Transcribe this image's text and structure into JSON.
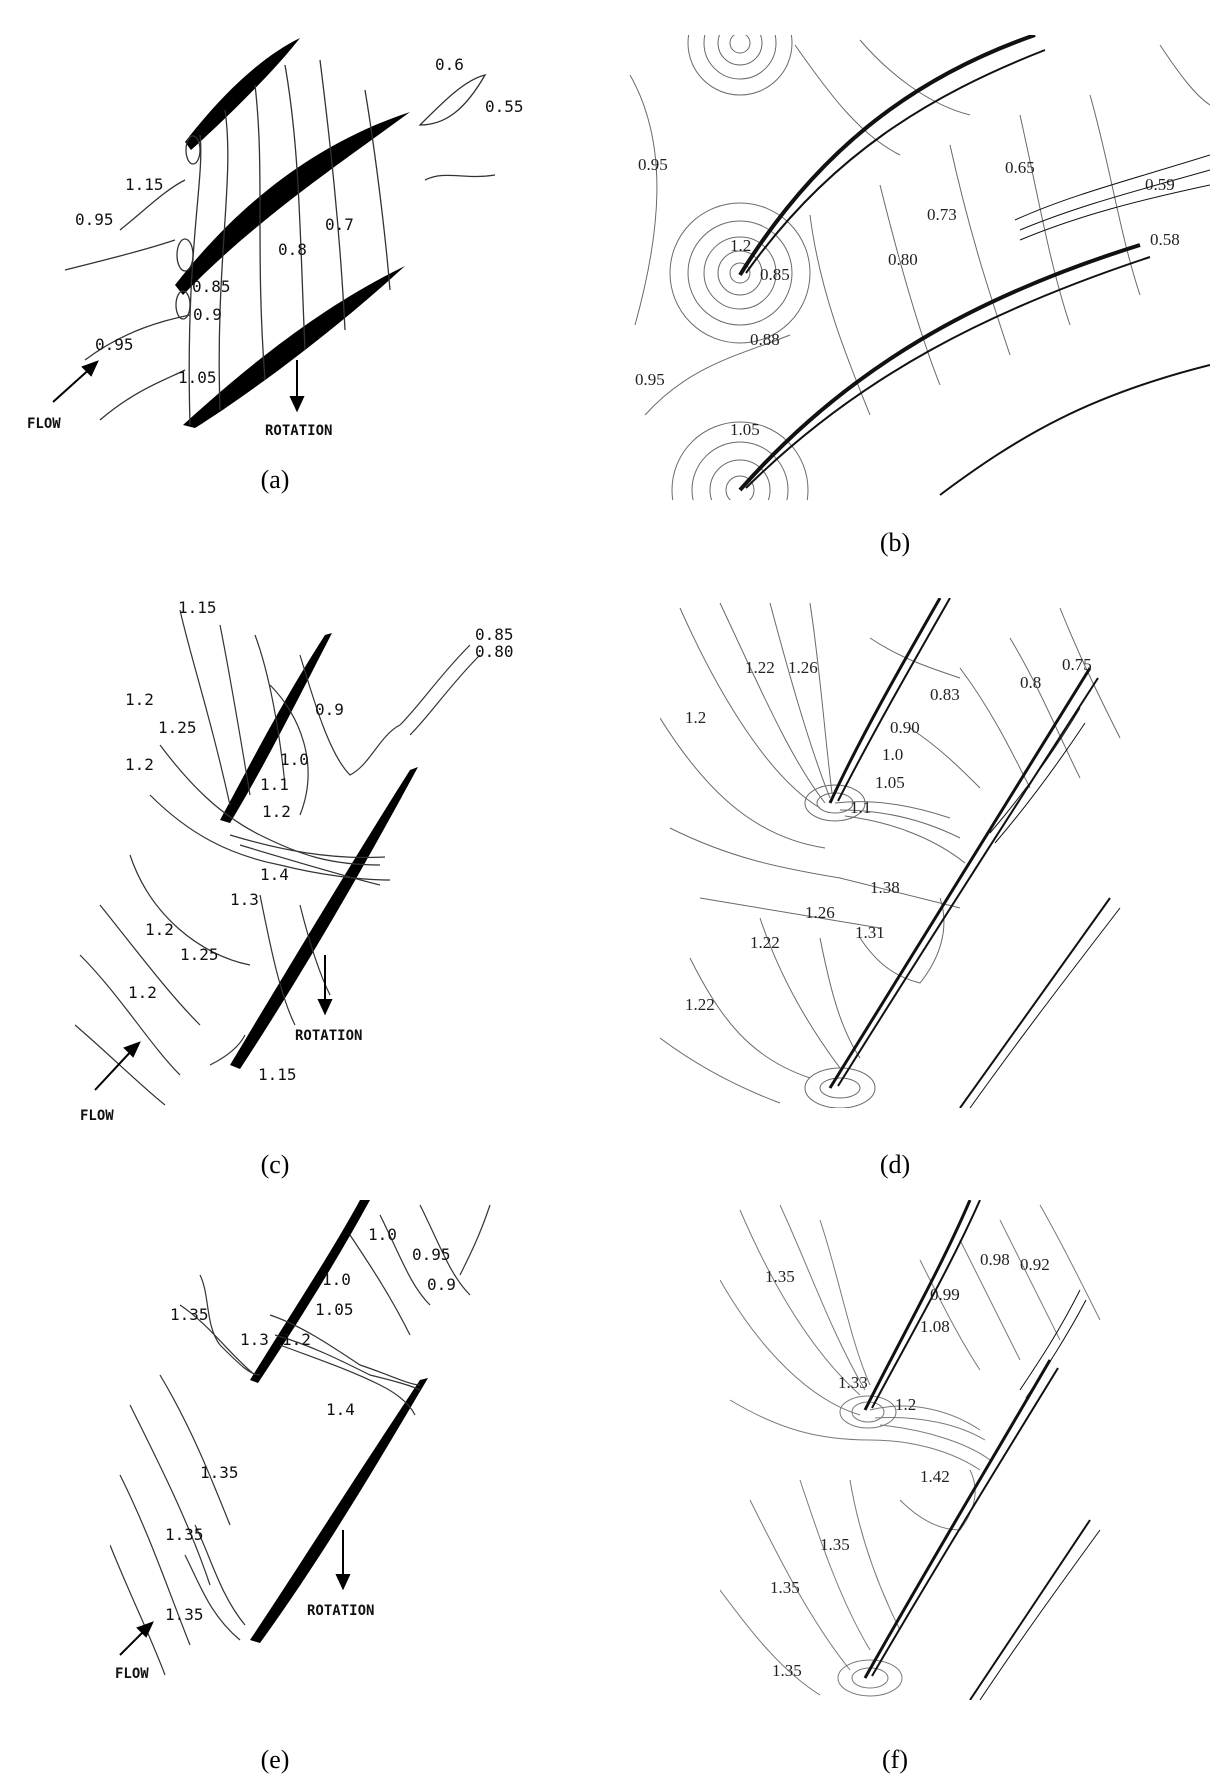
{
  "panels": [
    {
      "id": "a",
      "caption": "(a)",
      "labels": [
        "0.6",
        "0.55",
        "1.15",
        "0.95",
        "0.85",
        "0.9",
        "0.8",
        "0.7",
        "0.95",
        "1.05"
      ],
      "flow_label": "FLOW",
      "rotation_label": "ROTATION"
    },
    {
      "id": "b",
      "caption": "(b)",
      "labels": [
        "0.95",
        "1.2",
        "0.85",
        "0.80",
        "0.73",
        "0.65",
        "0.59",
        "0.58",
        "0.88",
        "0.95",
        "1.05"
      ]
    },
    {
      "id": "c",
      "caption": "(c)",
      "labels": [
        "1.15",
        "1.2",
        "1.25",
        "1.2",
        "0.9",
        "1.0",
        "1.1",
        "1.2",
        "1.4",
        "1.3",
        "1.2",
        "1.25",
        "1.2",
        "1.15",
        "0.85",
        "0.80"
      ],
      "flow_label": "FLOW",
      "rotation_label": "ROTATION"
    },
    {
      "id": "d",
      "caption": "(d)",
      "labels": [
        "1.22",
        "1.26",
        "1.2",
        "0.83",
        "0.8",
        "0.75",
        "0.90",
        "1.0",
        "1.05",
        "1.1",
        "1.38",
        "1.26",
        "1.31",
        "1.22",
        "1.22"
      ]
    },
    {
      "id": "e",
      "caption": "(e)",
      "labels": [
        "1.0",
        "0.95",
        "0.9",
        "1.0",
        "1.05",
        "1.35",
        "1.3",
        "1.2",
        "1.4",
        "1.35",
        "1.35",
        "1.35"
      ],
      "flow_label": "FLOW",
      "rotation_label": "ROTATION"
    },
    {
      "id": "f",
      "caption": "(f)",
      "labels": [
        "0.98",
        "0.92",
        "1.35",
        "0.99",
        "1.08",
        "1.33",
        "1.2",
        "1.42",
        "1.35",
        "1.35",
        "1.35"
      ]
    }
  ],
  "colors": {
    "blade": "#000000",
    "contour": "#333333",
    "cfd_contour": "#6a6a6a"
  }
}
